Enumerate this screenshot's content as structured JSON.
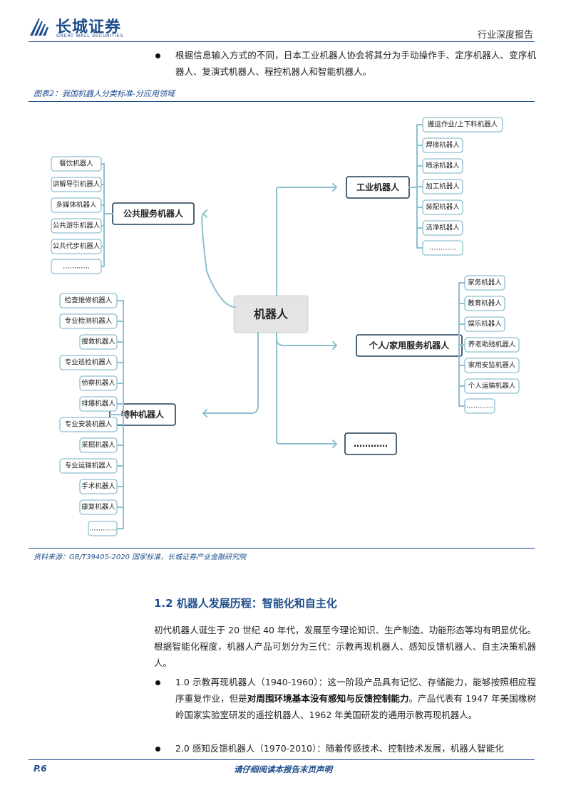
{
  "header": {
    "logo_cn": "长城证券",
    "logo_en": "GREAT WALL SECURITIES",
    "report_type": "行业深度报告"
  },
  "intro_bullet": "根据信息输入方式的不同，日本工业机器人协会将其分为手动操作手、定序机器人、变序机器人、复演式机器人、程控机器人和智能机器人。",
  "figure": {
    "title": "图表2：我国机器人分类标准-分应用领域",
    "source": "资料来源：GB/T39405-2020 国家标准，长城证券产业金融研究院",
    "root": "机器人",
    "public_service": {
      "label": "公共服务机器人",
      "children": [
        "餐饮机器人",
        "讲解导引机器人",
        "多媒体机器人",
        "公共游乐机器人",
        "公共代步机器人",
        "…………"
      ]
    },
    "industrial": {
      "label": "工业机器人",
      "children": [
        "搬运作业/上下料机器人",
        "焊接机器人",
        "喷涂机器人",
        "加工机器人",
        "装配机器人",
        "洁净机器人",
        "…………"
      ]
    },
    "personal": {
      "label": "个人/家用服务机器人",
      "children": [
        "家务机器人",
        "教育机器人",
        "娱乐机器人",
        "养老助残机器人",
        "家用安监机器人",
        "个人运输机器人",
        "…………"
      ]
    },
    "special": {
      "label": "特种机器人",
      "children": [
        "检查维修机器人",
        "专业检测机器人",
        "搜救机器人",
        "专业巡检机器人",
        "侦察机器人",
        "排爆机器人",
        "专业安装机器人",
        "采掘机器人",
        "专业运输机器人",
        "手术机器人",
        "康复机器人",
        "…………"
      ]
    },
    "other": {
      "label": "…………"
    }
  },
  "section": {
    "heading": "1.2 机器人发展历程：智能化和自主化",
    "paragraph": "初代机器人诞生于 20 世纪 40 年代，发展至今理论知识、生产制造、功能形态等均有明显优化。根据智能化程度，机器人产品可划分为三代：示教再现机器人、感知反馈机器人、自主决策机器人。",
    "bullet1_a": "1.0 示教再现机器人（1940-1960）：这一阶段产品具有记忆、存储能力，能够按照相应程序重复作业，但是",
    "bullet1_bold": "对周围环境基本没有感知与反馈控制能力",
    "bullet1_b": "。产品代表有 1947 年美国橡树岭国家实验室研发的遥控机器人、1962 年美国研发的通用示教再现机器人。",
    "bullet2": "2.0 感知反馈机器人（1970-2010）：随着传感技术、控制技术发展，机器人智能化"
  },
  "footer": {
    "page": "P.6",
    "note": "请仔细阅读本报告末页声明"
  },
  "colors": {
    "brand": "#1f4e8c",
    "connector": "#8dbfd0",
    "root_fill": "#e4e4e4"
  }
}
